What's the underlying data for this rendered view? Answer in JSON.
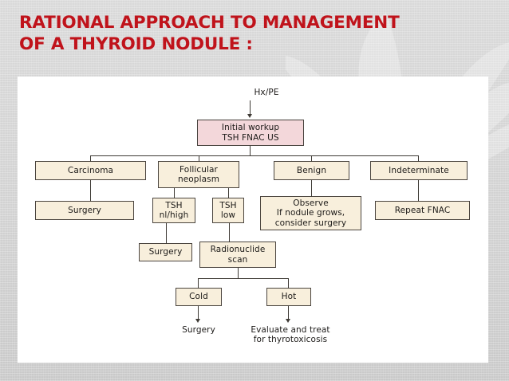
{
  "slide": {
    "title": "RATIONAL APPROACH TO MANAGEMENT\nOF A THYROID NODULE :",
    "title_color": "#c0131b",
    "background_color": "#d4d4d4",
    "panel_color": "#ffffff"
  },
  "flowchart": {
    "type": "diagram",
    "box_fill": "#f8efdc",
    "highlight_fill": "#f3d7da",
    "border_color": "#4b453f",
    "nodes": [
      {
        "id": "hx_pe",
        "label": "Hx/PE",
        "shape": "plain"
      },
      {
        "id": "initial_workup",
        "label": "Initial workup\nTSH  FNAC  US",
        "shape": "box",
        "fill": "pink"
      },
      {
        "id": "carcinoma",
        "label": "Carcinoma",
        "shape": "box"
      },
      {
        "id": "follicular",
        "label": "Follicular\nneoplasm",
        "shape": "box"
      },
      {
        "id": "benign",
        "label": "Benign",
        "shape": "box"
      },
      {
        "id": "indeterminate",
        "label": "Indeterminate",
        "shape": "box"
      },
      {
        "id": "surgery_1",
        "label": "Surgery",
        "shape": "box"
      },
      {
        "id": "tsh_nl_high",
        "label": "TSH\nnl/high",
        "shape": "box"
      },
      {
        "id": "tsh_low",
        "label": "TSH\nlow",
        "shape": "box"
      },
      {
        "id": "observe",
        "label": "Observe\nIf nodule grows,\nconsider surgery",
        "shape": "box"
      },
      {
        "id": "repeat_fnac",
        "label": "Repeat FNAC",
        "shape": "box"
      },
      {
        "id": "surgery_2",
        "label": "Surgery",
        "shape": "box"
      },
      {
        "id": "radionuclide",
        "label": "Radionuclide\nscan",
        "shape": "box"
      },
      {
        "id": "cold",
        "label": "Cold",
        "shape": "box"
      },
      {
        "id": "hot",
        "label": "Hot",
        "shape": "box"
      },
      {
        "id": "surgery_3",
        "label": "Surgery",
        "shape": "plain"
      },
      {
        "id": "evaluate",
        "label": "Evaluate and treat\nfor thyrotoxicosis",
        "shape": "plain"
      }
    ],
    "edges": [
      {
        "from": "hx_pe",
        "to": "initial_workup",
        "arrow": true
      },
      {
        "from": "initial_workup",
        "to": "carcinoma",
        "arrow": false
      },
      {
        "from": "initial_workup",
        "to": "follicular",
        "arrow": false
      },
      {
        "from": "initial_workup",
        "to": "benign",
        "arrow": false
      },
      {
        "from": "initial_workup",
        "to": "indeterminate",
        "arrow": false
      },
      {
        "from": "carcinoma",
        "to": "surgery_1",
        "arrow": false
      },
      {
        "from": "follicular",
        "to": "tsh_nl_high",
        "arrow": false
      },
      {
        "from": "follicular",
        "to": "tsh_low",
        "arrow": false
      },
      {
        "from": "benign",
        "to": "observe",
        "arrow": false
      },
      {
        "from": "indeterminate",
        "to": "repeat_fnac",
        "arrow": false
      },
      {
        "from": "tsh_nl_high",
        "to": "surgery_2",
        "arrow": false
      },
      {
        "from": "tsh_low",
        "to": "radionuclide",
        "arrow": false
      },
      {
        "from": "radionuclide",
        "to": "cold",
        "arrow": false
      },
      {
        "from": "radionuclide",
        "to": "hot",
        "arrow": false
      },
      {
        "from": "cold",
        "to": "surgery_3",
        "arrow": true
      },
      {
        "from": "hot",
        "to": "evaluate",
        "arrow": true
      }
    ]
  }
}
